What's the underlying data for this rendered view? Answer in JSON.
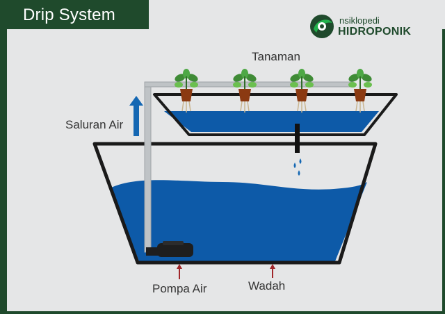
{
  "header": {
    "title": "Drip System",
    "logo_line1": "nsiklopedi",
    "logo_line2": "HIDROPONIK"
  },
  "labels": {
    "plants": "Tanaman",
    "water_channel": "Saluran Air",
    "water_pump": "Pompa Air",
    "container": "Wadah"
  },
  "colors": {
    "frame_green": "#1f4a2c",
    "panel_gray": "#e5e6e7",
    "water_blue": "#0d5aa8",
    "pipe_gray": "#bfc3c6",
    "arrow_blue": "#1467b3",
    "arrow_red": "#a0262a"
  }
}
